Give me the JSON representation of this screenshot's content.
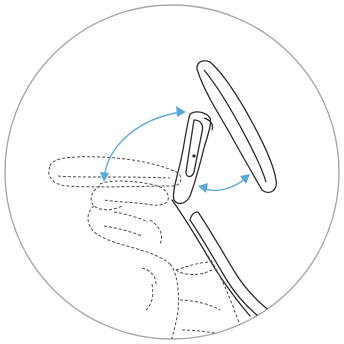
{
  "figure": {
    "kind": "headrest adjustment illustration",
    "icons": [
      "headrest-outline",
      "tilt-arc-arrow-icon",
      "height-double-arrow-icon",
      "hand-illustration",
      "seat-back-frame"
    ]
  },
  "colors": {
    "background": "#ffffff",
    "circle_outline": "#a8a8a8",
    "solid_line": "#2a2a2a",
    "dashed_line": "#4a4a4a",
    "arrow_blue": "#5aa7dc"
  }
}
